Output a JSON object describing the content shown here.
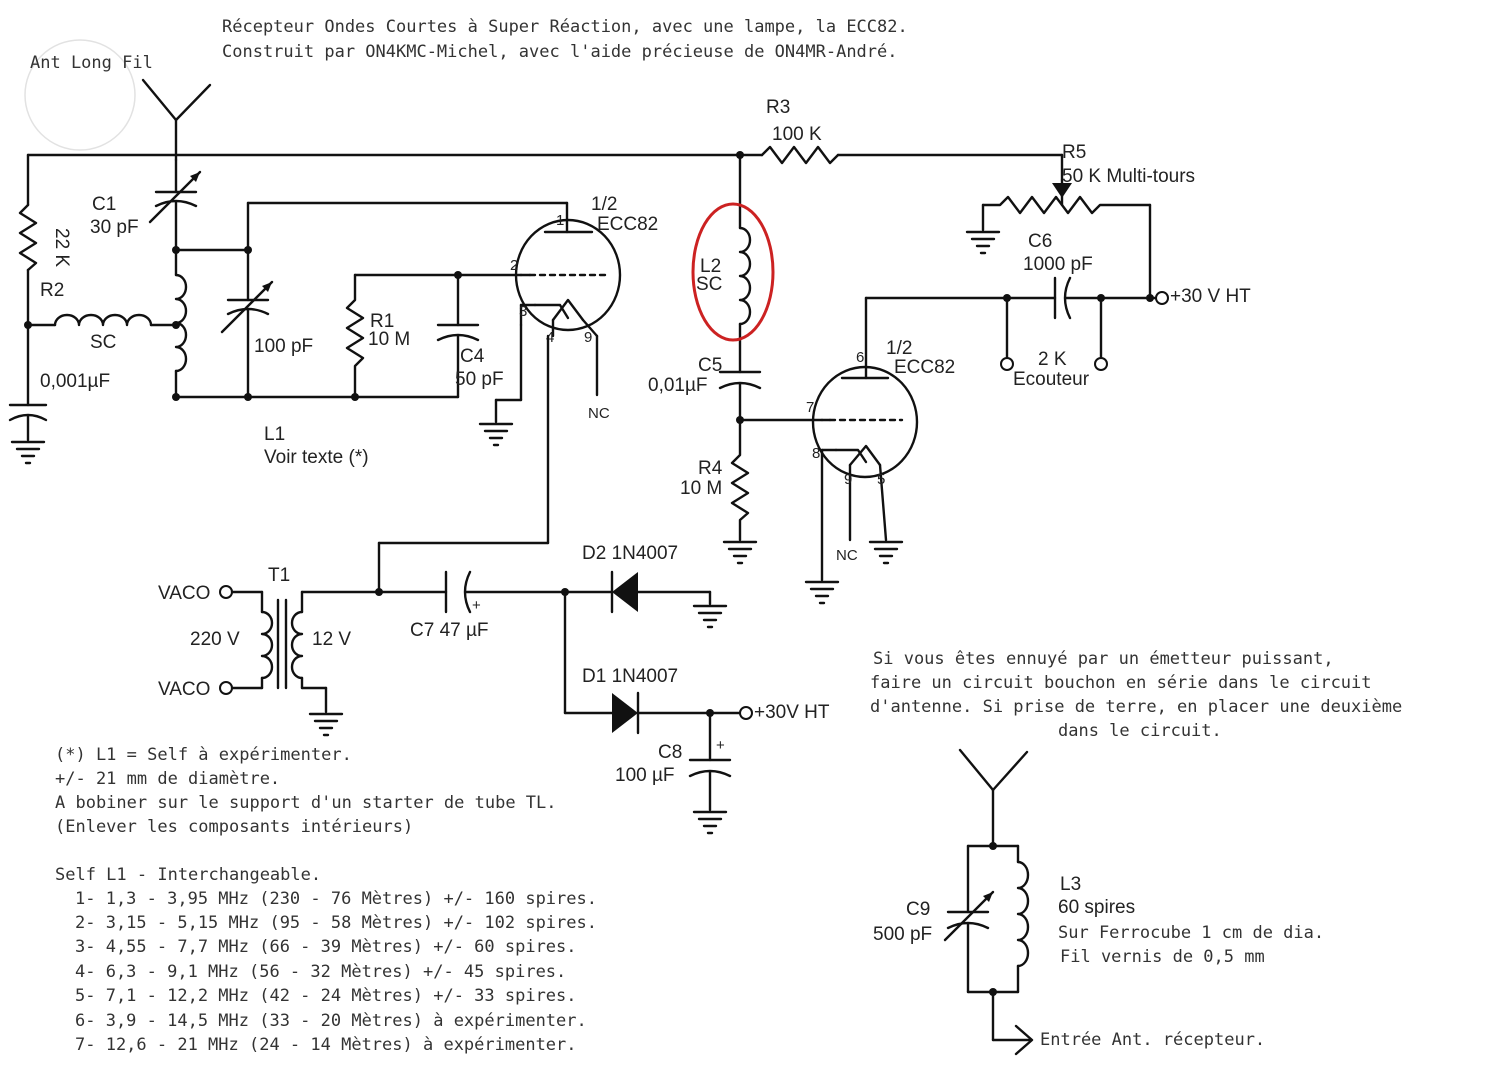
{
  "header": {
    "line1": "Récepteur Ondes Courtes à Super Réaction, avec une lampe, la ECC82.",
    "line2": "Construit par ON4KMC-Michel, avec l'aide précieuse de ON4MR-André."
  },
  "labels": {
    "ant": "Ant Long Fil",
    "r3": "R3",
    "r3v": "100 K",
    "r5": "R5",
    "r5v": "50 K Multi-tours",
    "c1": "C1",
    "c1v": "30 pF",
    "r22k": "22 K",
    "r2": "R2",
    "sc1": "SC",
    "c001": "0,001µF",
    "c100p": "100 pF",
    "r1": "R1",
    "r1v": "10 M",
    "c4": "C4",
    "c4v": "50 pF",
    "l1": "L1",
    "l1v": "Voir texte (*)",
    "half1": "1/2",
    "ecc1": "ECC82",
    "p1": "1",
    "p2": "2",
    "p3": "3",
    "p4": "4",
    "p9a": "9",
    "nc1": "NC",
    "l2": "L2",
    "sc2": "SC",
    "c5": "C5",
    "c5v": "0,01µF",
    "r4": "R4",
    "r4v": "10 M",
    "c6": "C6",
    "c6v": "1000 pF",
    "ht1": "+30 V HT",
    "half2": "1/2",
    "ecc2": "ECC82",
    "p6": "6",
    "p7": "7",
    "p8": "8",
    "p9b": "9",
    "p5": "5",
    "nc2": "NC",
    "ear": "2 K",
    "earv": "Ecouteur",
    "t1": "T1",
    "vac1": "VACO",
    "v220": "220 V",
    "vac2": "VACO",
    "v12": "12 V",
    "c7": "C7 47 µF",
    "plus1": "+",
    "d2": "D2 1N4007",
    "d1": "D1 1N4007",
    "ht2": "+30V HT",
    "c8": "C8",
    "c8v": "100 µF",
    "plus2": "+"
  },
  "notes": {
    "l1": [
      "(*) L1 = Self à expérimenter.",
      "+/- 21 mm de diamètre.",
      "A bobiner sur le support d'un starter de tube TL.",
      "(Enlever les composants intérieurs)"
    ],
    "self_title": "Self L1 - Interchangeable.",
    "self": [
      "1- 1,3 - 3,95 MHz (230 - 76 Mètres) +/- 160 spires.",
      "2- 3,15 - 5,15 MHz (95 - 58 Mètres) +/- 102 spires.",
      "3- 4,55 - 7,7 MHz (66 - 39 Mètres) +/- 60 spires.",
      "4- 6,3 - 9,1 MHz (56 - 32 Mètres) +/- 45 spires.",
      "5- 7,1 - 12,2 MHz (42 - 24 Mètres) +/- 33 spires.",
      "6- 3,9 - 14,5 MHz (33 - 20 Mètres) à expérimenter.",
      "7- 12,6 - 21 MHz (24 - 14 Mètres) à expérimenter."
    ],
    "trap": [
      "Si vous êtes ennuyé par un émetteur puissant,",
      "faire un circuit bouchon en série dans le circuit",
      "d'antenne. Si prise de terre, en placer une deuxième",
      "dans le circuit."
    ]
  },
  "trap": {
    "l3": "L3",
    "l3v": "60 spires",
    "l3a": "Sur Ferrocube 1 cm de dia.",
    "l3b": "Fil vernis de 0,5 mm",
    "c9": "C9",
    "c9v": "500 pF",
    "out": "Entrée Ant. récepteur."
  },
  "colors": {
    "wire": "#111111",
    "highlight": "#cc2222"
  }
}
